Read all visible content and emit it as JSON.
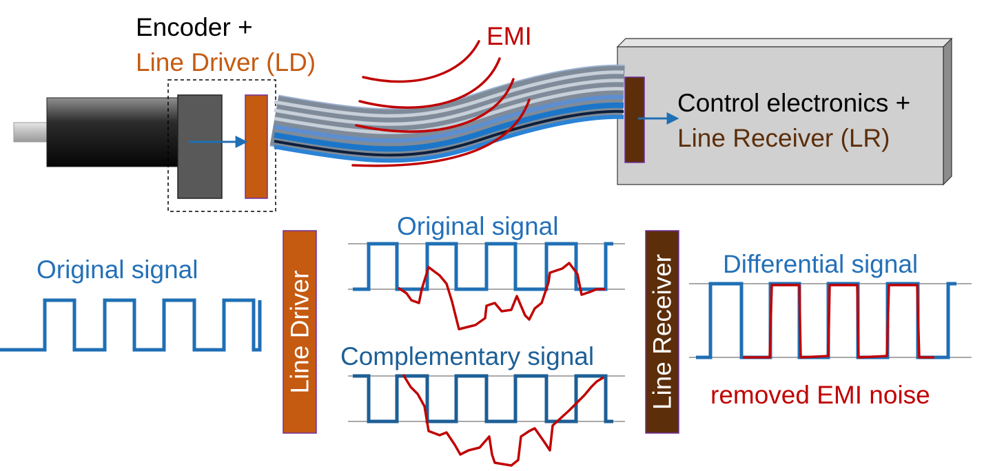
{
  "labels": {
    "encoder": "Encoder +",
    "line_driver_ld": "Line Driver (LD)",
    "emi": "EMI",
    "control_electronics": "Control electronics +",
    "line_receiver_lr": "Line Receiver (LR)",
    "original_signal_left": "Original signal",
    "line_driver_box": "Line Driver",
    "original_signal_mid": "Original signal",
    "complementary_signal": "Complementary signal",
    "line_receiver_box": "Line Receiver",
    "differential_signal": "Differential signal",
    "removed_emi_noise": "removed EMI noise"
  },
  "icons": {
    "motor": "motor-icon",
    "encoder_block": "encoder-block-icon",
    "line_driver_chip": "line-driver-chip-icon",
    "cable": "cable-bundle-icon",
    "emi_waves": "emi-wave-icon",
    "receiver_chip": "line-receiver-chip-icon",
    "arrow": "arrow-right-icon"
  },
  "colors": {
    "signal_blue": "#1f6fb5",
    "complementary_blue": "#1d5f96",
    "noise_red": "#c00000",
    "line_driver_orange": "#c55a11",
    "line_receiver_brown": "#5c2e0a",
    "label_blue": "#2470b8",
    "text_black": "#000000",
    "control_box_gray": "#d0d0d0"
  }
}
